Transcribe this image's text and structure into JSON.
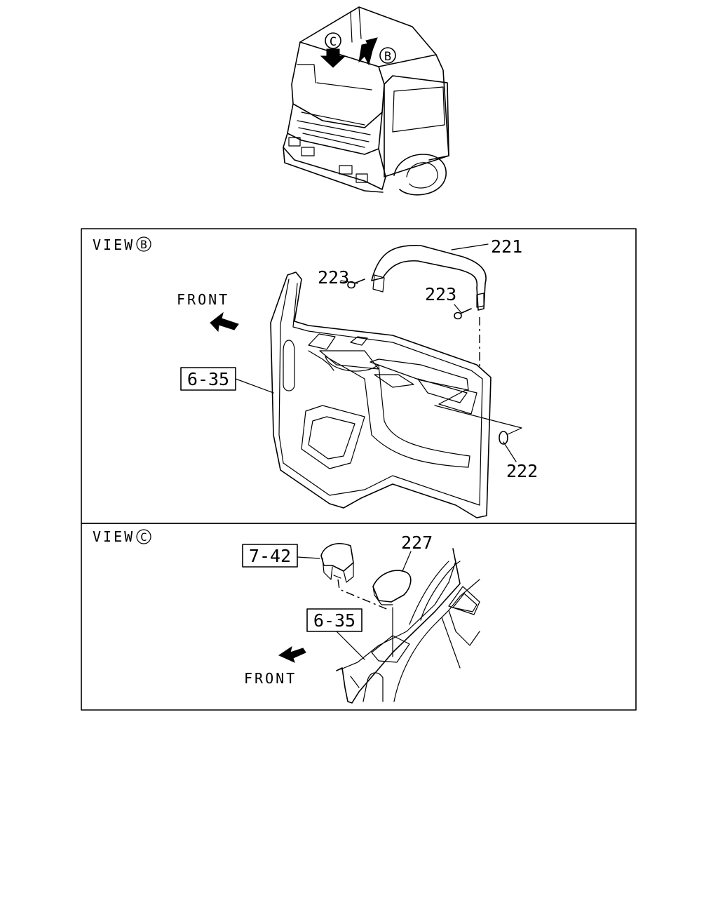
{
  "overview": {
    "arrow_c_letter": "C",
    "arrow_b_letter": "B"
  },
  "view_b": {
    "title": "VIEW",
    "view_letter": "B",
    "front_label": "FRONT",
    "callouts": {
      "handle": "221",
      "screw_left": "223",
      "screw_right": "223",
      "clip": "222",
      "ref_box": "6-35"
    }
  },
  "view_c": {
    "title": "VIEW",
    "view_letter": "C",
    "front_label": "FRONT",
    "callouts": {
      "pad": "227",
      "ref_box_top": "7-42",
      "ref_box_bottom": "6-35"
    }
  }
}
